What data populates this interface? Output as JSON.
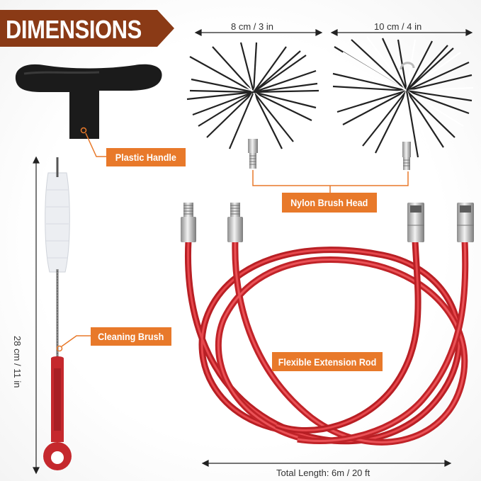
{
  "title": "DIMENSIONS",
  "dimensions": {
    "small_brush_width": "8 cm / 3 in",
    "large_brush_width": "10 cm / 4 in",
    "cleaning_brush_length": "28 cm / 11 in",
    "total_length": "Total Length:  6m / 20 ft"
  },
  "labels": {
    "handle": "Plastic Handle",
    "brush_head": "Nylon Brush Head",
    "cleaning_brush": "Cleaning Brush",
    "extension_rod": "Flexible Extension Rod"
  },
  "colors": {
    "banner": "#8a3a16",
    "label": "#e8792a",
    "rod": "#d42a2f",
    "handle": "#1a1a1a"
  }
}
